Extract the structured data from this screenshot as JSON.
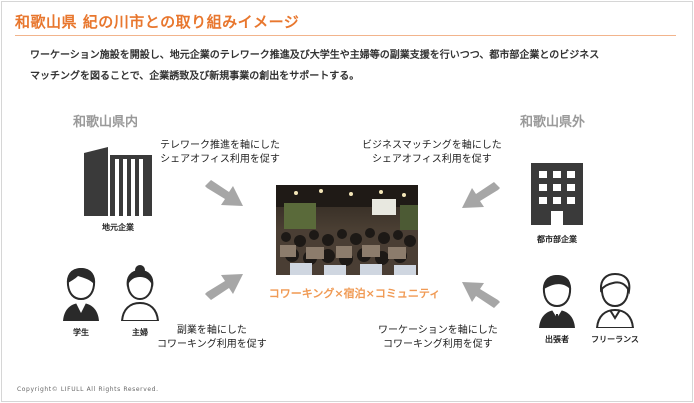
{
  "header": {
    "title": "和歌山県 紀の川市との取り組みイメージ",
    "accent_color": "#e8772e"
  },
  "intro": {
    "line1": "ワーケーション施設を開設し、地元企業のテレワーク推進及び大学生や主婦等の副業支援を行いつつ、都市部企業とのビジネス",
    "line2": "マッチングを図ることで、企業誘致及び新規事業の創出をサポートする。"
  },
  "regions": {
    "inside": "和歌山県内",
    "outside": "和歌山県外"
  },
  "captions": {
    "top_left": {
      "line1": "テレワーク推進を軸にした",
      "line2": "シェアオフィス利用を促す"
    },
    "top_right": {
      "line1": "ビジネスマッチングを軸にした",
      "line2": "シェアオフィス利用を促す"
    },
    "bottom_left": {
      "line1": "副業を軸にした",
      "line2": "コワーキング利用を促す"
    },
    "bottom_right": {
      "line1": "ワーケーションを軸にした",
      "line2": "コワーキング利用を促す"
    }
  },
  "labels": {
    "local_company": "地元企業",
    "urban_company": "都市部企業",
    "student": "学生",
    "housewife": "主婦",
    "business_traveler": "出張者",
    "freelancer": "フリーランス"
  },
  "center": {
    "keyword": "コワーキング×宿泊×コミュニティ",
    "keyword_color": "#f09a54"
  },
  "footer": {
    "copyright": "Copyright© LIFULL All Rights Reserved."
  },
  "icons": {
    "building_left": "office-building-icon",
    "building_right": "office-building-icon",
    "people": [
      "student-icon",
      "housewife-icon",
      "business-traveler-icon",
      "freelancer-icon"
    ],
    "arrows": "arrow-icon",
    "arrow_color": "#a6a6a6",
    "icon_color": "#3a3a3a"
  }
}
